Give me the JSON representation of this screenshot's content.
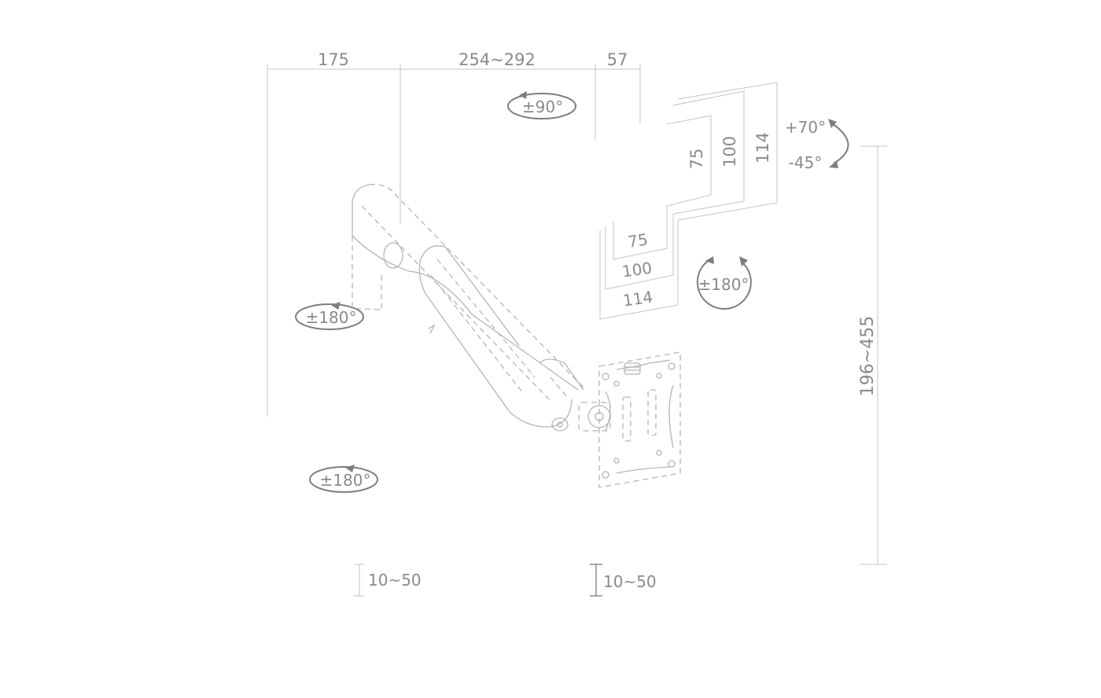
{
  "dimensions": {
    "top_left": "175",
    "top_middle": "254~292",
    "top_right": "57",
    "vesa_vertical_small": "75",
    "vesa_vertical_mid": "100",
    "vesa_vertical_large": "114",
    "vesa_horizontal_small": "75",
    "vesa_horizontal_mid": "100",
    "vesa_horizontal_large": "114",
    "height_range": "196~455",
    "clamp_left": "10~50",
    "clamp_right": "10~50"
  },
  "rotations": {
    "swivel_top": "±90°",
    "tilt_up": "+70°",
    "tilt_down": "-45°",
    "monitor_rotation": "±180°",
    "arm_swivel": "±180°",
    "base_swivel": "±180°"
  },
  "colors": {
    "line": "#c4c4c4",
    "label": "#8a8a8a",
    "arrow": "#7e7e7e"
  }
}
